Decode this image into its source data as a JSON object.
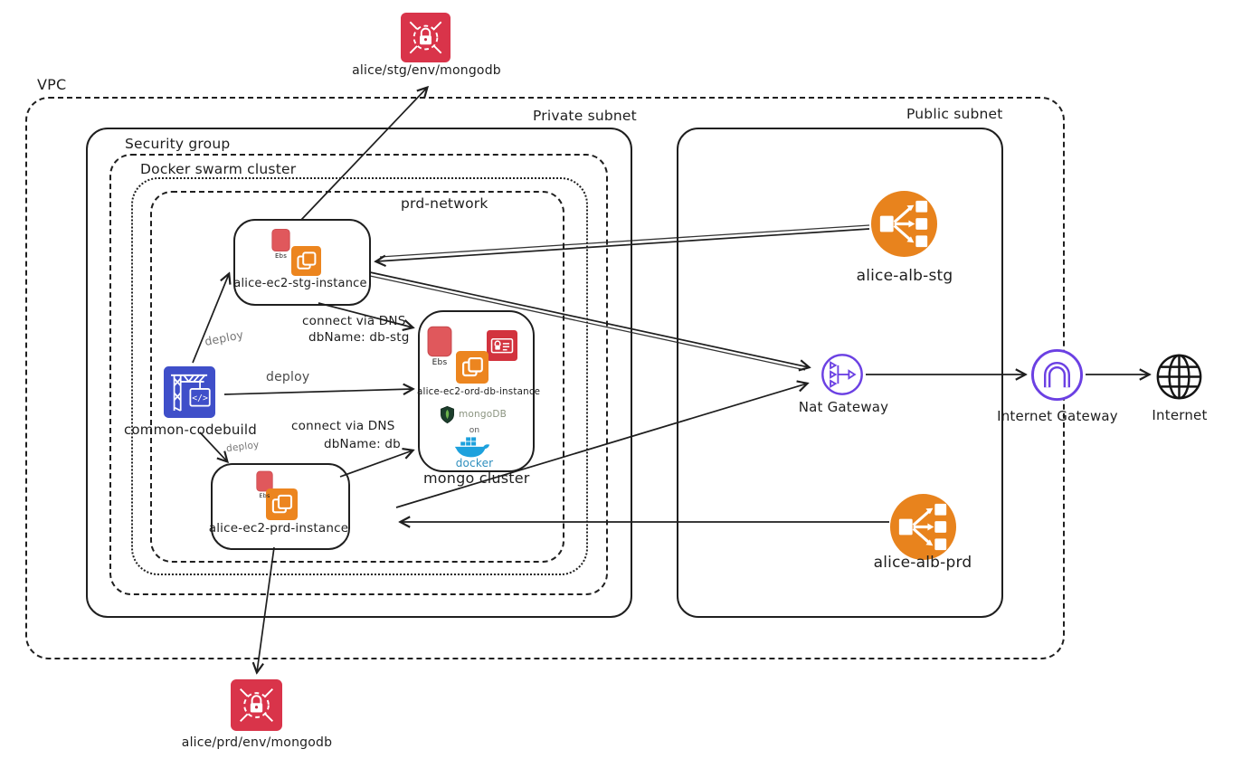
{
  "containers": {
    "vpc": "VPC",
    "private_subnet": "Private subnet",
    "public_subnet": "Public subnet",
    "security_group": "Security group",
    "docker_swarm_cluster": "Docker swarm cluster",
    "prd_network": "prd-network"
  },
  "nodes": {
    "secrets_stg": "alice/stg/env/mongodb",
    "secrets_prd": "alice/prd/env/mongodb",
    "ec2_stg": "alice-ec2-stg-instance",
    "ec2_db": "alice-ec2-ord-db-instance",
    "ec2_prd": "alice-ec2-prd-instance",
    "mongo_cluster": "mongo cluster",
    "codebuild": "common-codebuild",
    "alb_stg": "alice-alb-stg",
    "alb_prd": "alice-alb-prd",
    "nat_gateway": "Nat Gateway",
    "internet_gateway": "Internet Gateway",
    "internet": "Internet"
  },
  "edge_labels": {
    "deploy": "deploy",
    "connect_via_dns": "connect via DNS",
    "dbname_stg": "dbName: db-stg",
    "dbname_prd": "dbName: db"
  },
  "badges": {
    "ebs": "Ebs",
    "mongodb": "mongoDB",
    "on": "on",
    "docker": "docker",
    "code_glyph": "</>"
  },
  "colors": {
    "ink": "#1e1e1e",
    "secrets_red": "#d9344a",
    "ebs_red": "#e0585c",
    "ec2_orange": "#ec851f",
    "alb_orange": "#e8831d",
    "codebuild_blue": "#3f4fc9",
    "gateway_purple": "#6b40e3",
    "mongo_green": "#6cb24c",
    "docker_blue": "#1da1dd"
  }
}
